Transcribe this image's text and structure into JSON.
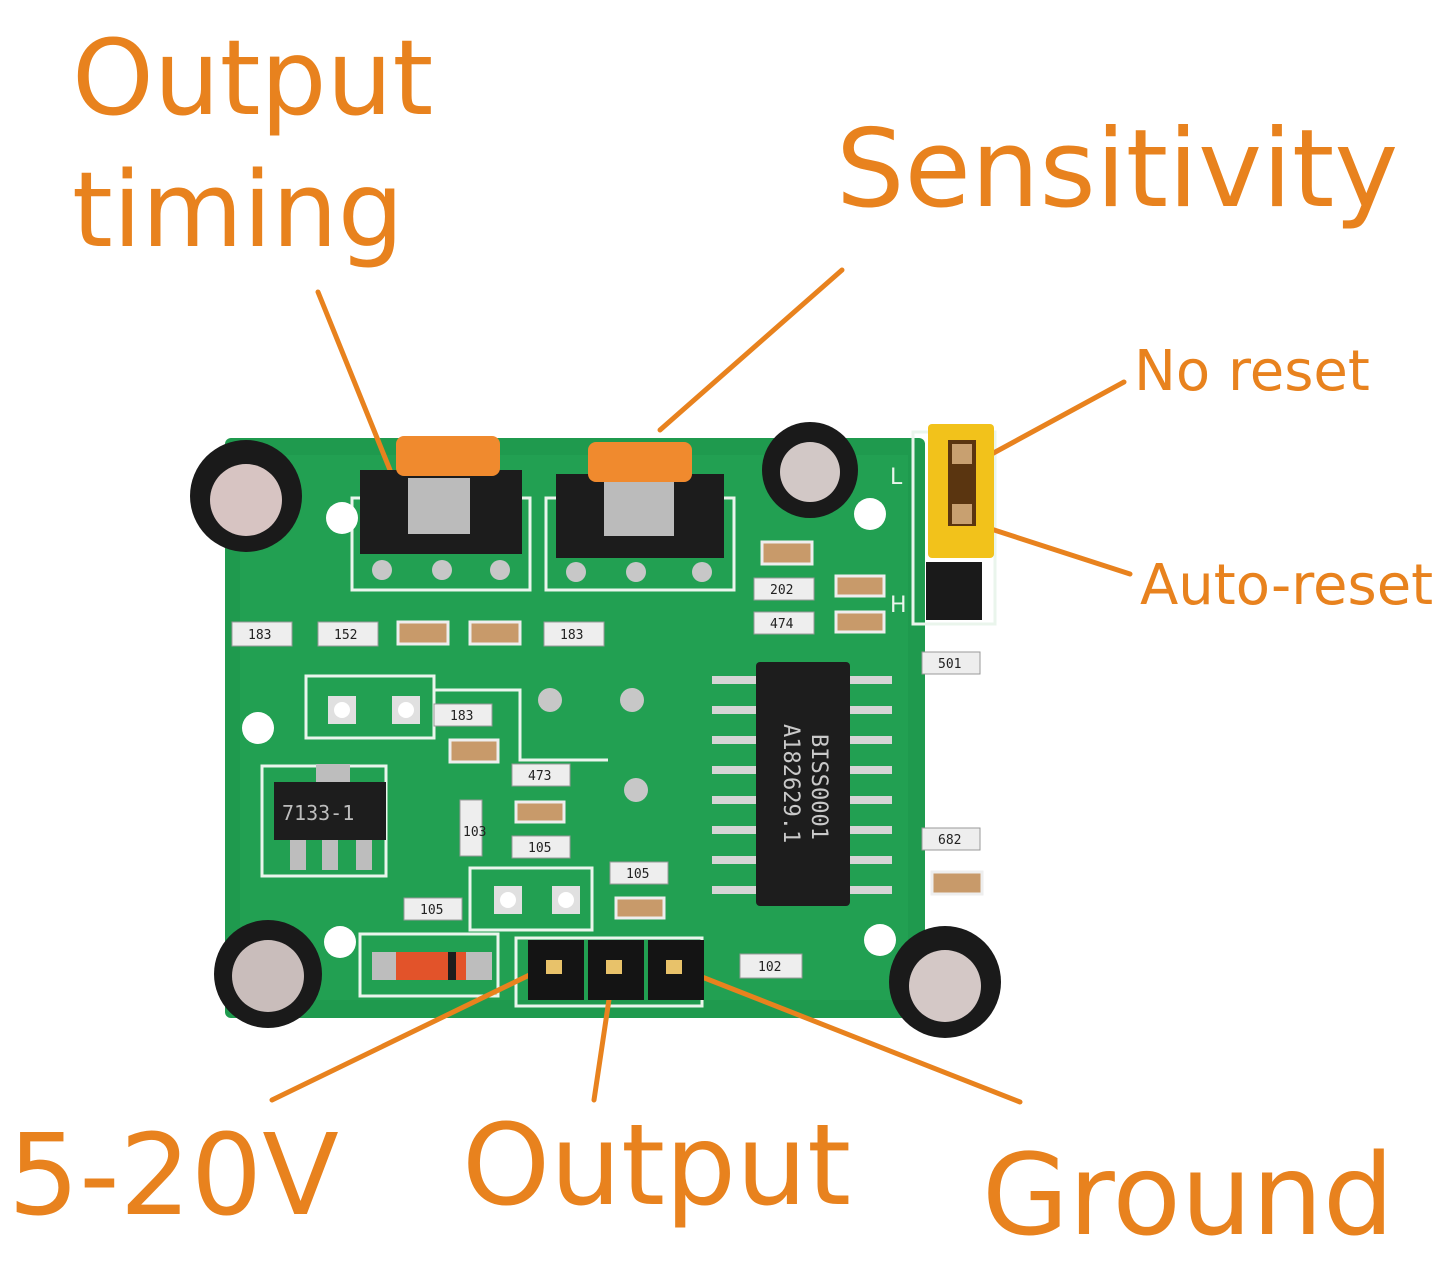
{
  "labels": {
    "output_timing": "Output\ntiming",
    "sensitivity": "Sensitivity",
    "no_reset": "No reset",
    "auto_reset": "Auto-reset",
    "supply": "5-20V",
    "output": "Output",
    "ground": "Ground"
  },
  "board": {
    "chip_line1": "BISS0001",
    "chip_line2": "A182629.1",
    "regulator": "7133-1",
    "jumper_top": "L",
    "jumper_bottom": "H",
    "resistors": [
      "183",
      "152",
      "183",
      "202",
      "474",
      "501",
      "183",
      "473",
      "103",
      "105",
      "105",
      "105",
      "682",
      "102"
    ]
  },
  "colors": {
    "label": "#E8821E",
    "pcb": "#1F9A4E",
    "pcb_trace": "#27AE60",
    "silkscreen": "#EAF5EC",
    "jumper": "#F2C21B",
    "potentiometer": "#F08A2E"
  }
}
